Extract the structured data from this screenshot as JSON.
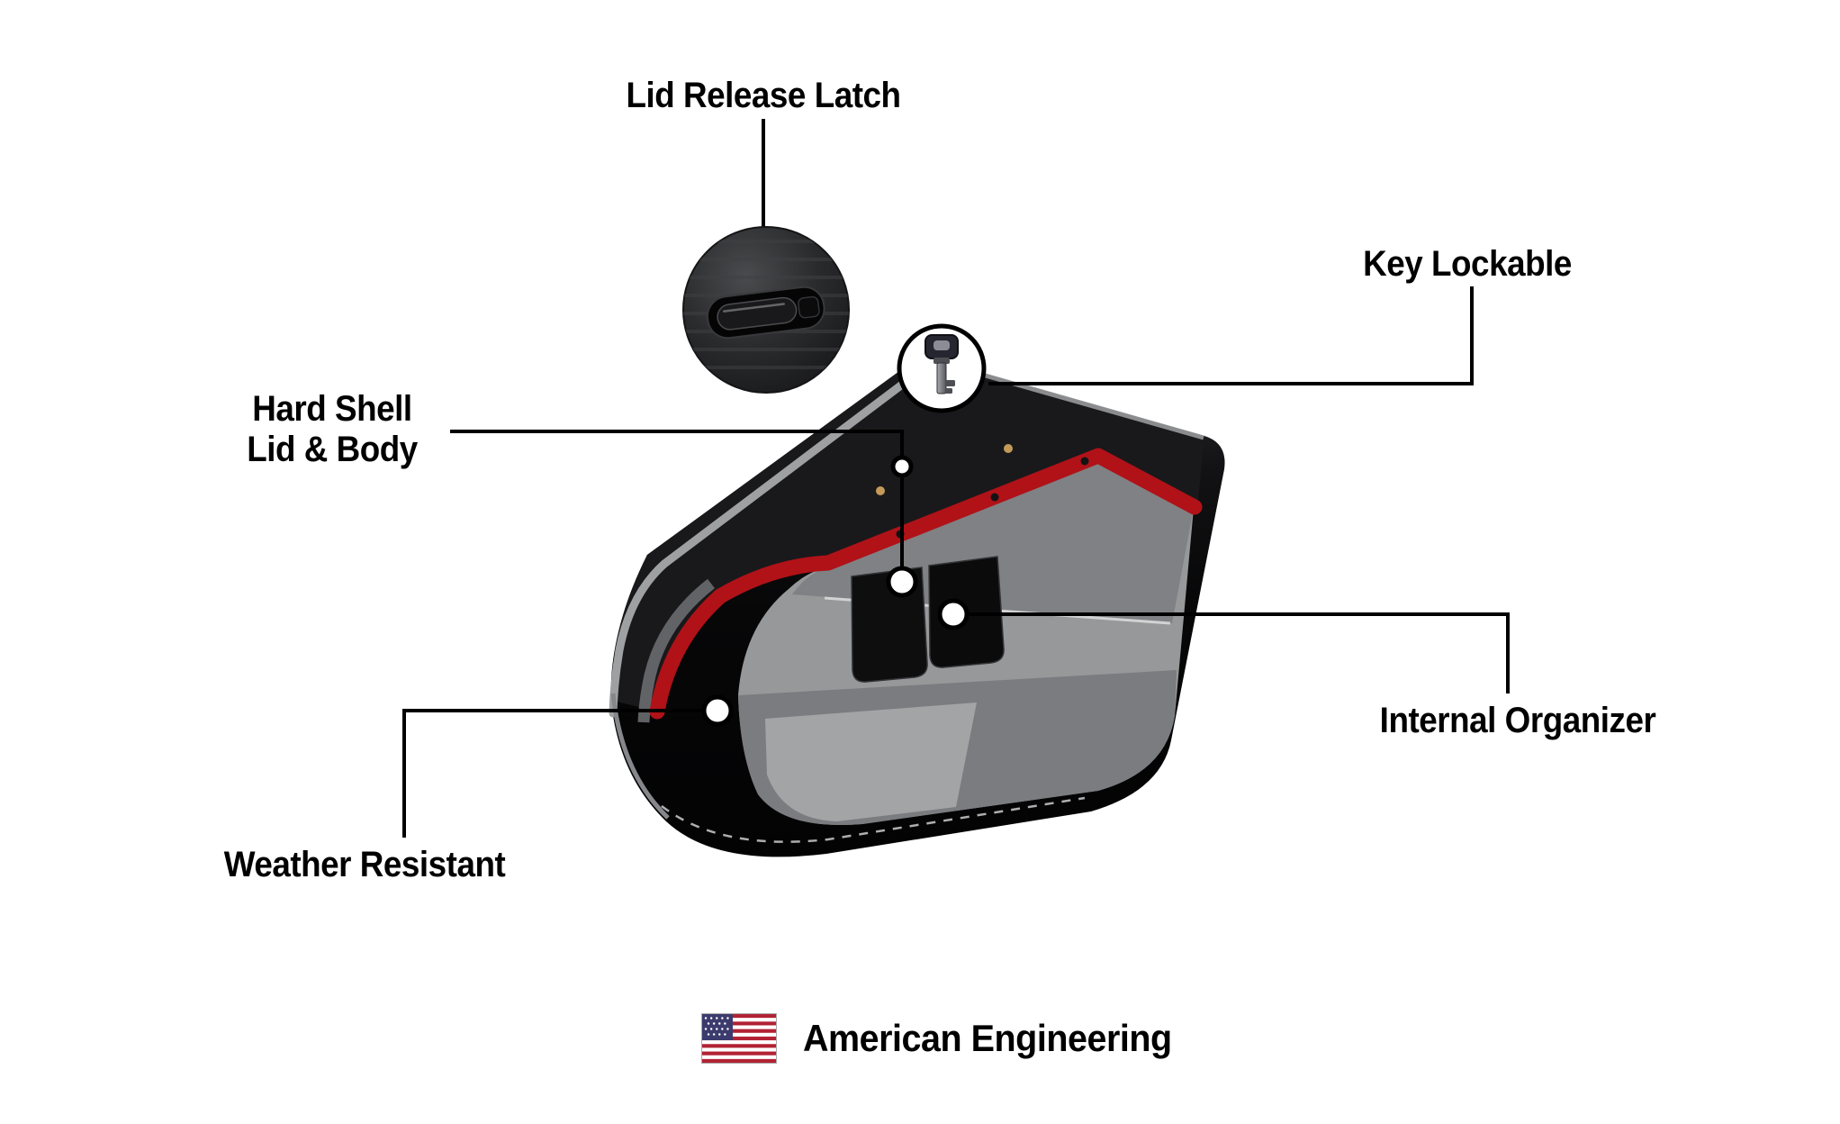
{
  "page": {
    "background_color": "#FFFFFF"
  },
  "callouts": {
    "lid_release_latch": {
      "label": "Lid Release Latch"
    },
    "key_lockable": {
      "label": "Key Lockable"
    },
    "hard_shell": {
      "label_line1": "Hard Shell",
      "label_line2": "Lid & Body"
    },
    "internal_organizer": {
      "label": "Internal Organizer"
    },
    "weather_resistant": {
      "label": "Weather Resistant"
    }
  },
  "footer": {
    "label": "American Engineering",
    "flag_icon": "us-flag"
  },
  "icons": {
    "latch_detail": "lid-latch-detail-icon",
    "key": "key-icon",
    "flag": "us-flag-icon"
  },
  "colors": {
    "accent_red": "#B01218",
    "trim_gray": "#9EA0A2",
    "body_black": "#060607",
    "interior_gray": "#96989A",
    "callout_line": "#000000",
    "flag_red": "#B22234",
    "flag_blue": "#3C3B6E"
  }
}
